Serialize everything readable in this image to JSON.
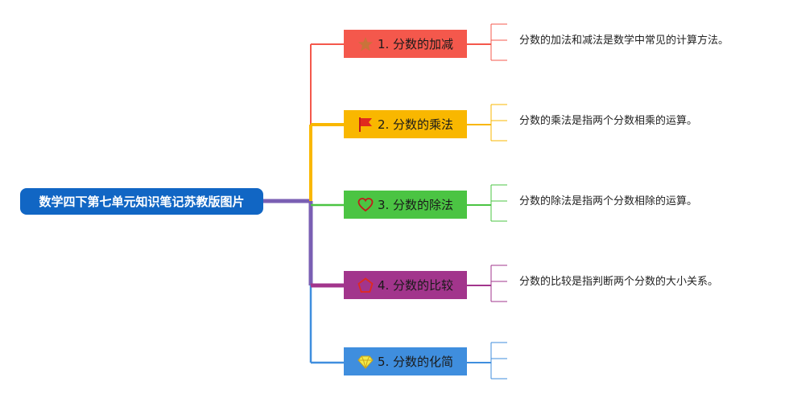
{
  "root": {
    "title": "数学四下第七单元知识笔记苏教版图片",
    "color": "#1166c4"
  },
  "topics": [
    {
      "label": "1. 分数的加减",
      "color": "#f4584c",
      "icon": "star-icon",
      "note": "分数的加法和减法是数学中常见的计算方法。"
    },
    {
      "label": "2. 分数的乘法",
      "color": "#f9b700",
      "icon": "flag-icon",
      "note": "分数的乘法是指两个分数相乘的运算。"
    },
    {
      "label": "3. 分数的除法",
      "color": "#4bc443",
      "icon": "heart-icon",
      "note": "分数的除法是指两个分数相除的运算。"
    },
    {
      "label": "4. 分数的比较",
      "color": "#a2358c",
      "icon": "pentagon-icon",
      "note": "分数的比较是指判断两个分数的大小关系。"
    },
    {
      "label": "5. 分数的化简",
      "color": "#3f8ede",
      "icon": "diamond-icon",
      "note": ""
    }
  ]
}
